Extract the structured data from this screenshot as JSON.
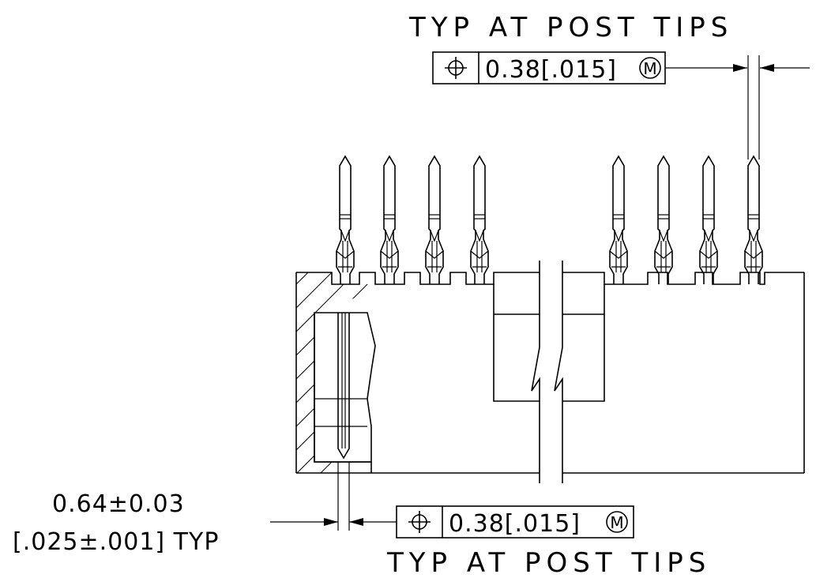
{
  "callout_top": {
    "note": "TYP AT POST TIPS",
    "symbol": "⌖",
    "tolerance": "0.38[.015]",
    "modifier": "M"
  },
  "callout_bottom": {
    "note": "TYP AT POST TIPS",
    "symbol": "⌖",
    "tolerance": "0.38[.015]",
    "modifier": "M"
  },
  "pin_dimension": {
    "metric": "0.64±0.03",
    "imperial": "[.025±.001] TYP"
  },
  "colors": {
    "line": "#000000",
    "background": "#ffffff"
  }
}
